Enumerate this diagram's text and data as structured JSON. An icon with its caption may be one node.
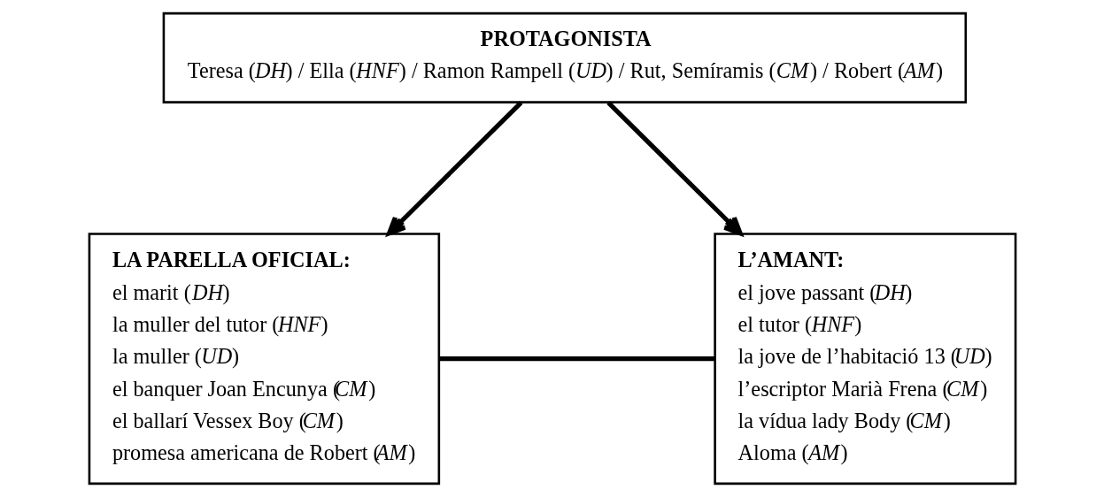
{
  "diagram": {
    "nodes": [
      {
        "text": [
          "PROTAGONISTA",
          "Teresa (*DH*) / Ella (*HNF*) / Ramon Rampell (*UD*) / Rut, Semíramis (*CM*) / Robert (*AM*)"
        ]
      },
      {
        "text": [
          "LA PARELLA OFICIAL:",
          "el marit (*DH*)",
          "la muller del tutor (*HNF*)",
          "la muller (*UD*)",
          "el banquer Joan Encunya (*CM*)",
          "el ballarí Vessex Boy (*CM*)",
          "promesa americana de Robert (*AM*)"
        ]
      },
      {
        "text": [
          "L’AMANT:",
          "el jove passant (*DH*)",
          "el tutor (*HNF*)",
          "la jove de l’habitació 13 (*UD*)",
          "l’escriptor Marià Frena (*CM*)",
          "la vídua lady Body (*CM*)",
          "Aloma (*AM*)"
        ]
      }
    ],
    "edges": [
      {
        "from": 0,
        "to": 1,
        "arrow": "to"
      },
      {
        "from": 0,
        "to": 2,
        "arrow": "to"
      },
      {
        "from": 1,
        "to": 2,
        "arrow": "none"
      }
    ]
  }
}
